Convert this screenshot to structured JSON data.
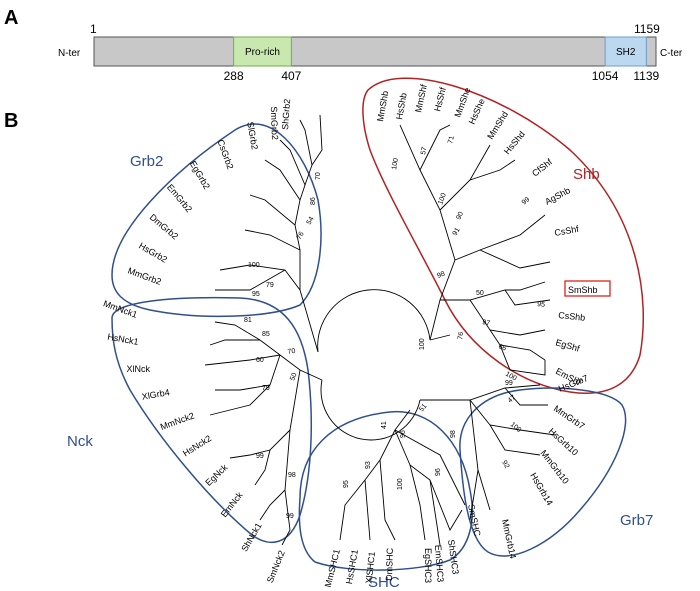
{
  "panels": {
    "a": "A",
    "b": "B"
  },
  "domain_map": {
    "start": "1",
    "end": "1159",
    "n_term": "N-ter",
    "c_term": "C-ter",
    "domains": [
      {
        "name": "Pro-rich",
        "start": 288,
        "end": 407,
        "color": "#c9e8b0",
        "stroke": "#6fae4a",
        "label_color": "#3c7a21"
      },
      {
        "name": "SH2",
        "start": 1054,
        "end": 1139,
        "color": "#bcd7f0",
        "stroke": "#6d9ccc",
        "label_color": "#2a5a95"
      }
    ],
    "bar_color": "#c8c8c8"
  },
  "tree": {
    "groups": [
      {
        "name": "Grb2",
        "color": "#2f4f8f"
      },
      {
        "name": "Shb",
        "color": "#b22222"
      },
      {
        "name": "Nck",
        "color": "#2f4f8f"
      },
      {
        "name": "SHC",
        "color": "#2f4f8f"
      },
      {
        "name": "Grb7",
        "color": "#2f4f8f"
      }
    ],
    "leaves": [
      {
        "label": "MmShb"
      },
      {
        "label": "HsShb"
      },
      {
        "label": "MmShf"
      },
      {
        "label": "HsShf"
      },
      {
        "label": "MmShe"
      },
      {
        "label": "HsShe"
      },
      {
        "label": "MmShd"
      },
      {
        "label": "HsShd"
      },
      {
        "label": "CfShf"
      },
      {
        "label": "AgShb"
      },
      {
        "label": "CsShf"
      },
      {
        "label": "SmShb"
      },
      {
        "label": "CsShb"
      },
      {
        "label": "EgShf"
      },
      {
        "label": "EmShf"
      },
      {
        "label": "HsGrb7"
      },
      {
        "label": "MmGrb7"
      },
      {
        "label": "HsGrb10"
      },
      {
        "label": "MmGrb10"
      },
      {
        "label": "HsGrb14"
      },
      {
        "label": "MmGrb14"
      },
      {
        "label": "SmSHC"
      },
      {
        "label": "ShSHC3"
      },
      {
        "label": "EmSHC3"
      },
      {
        "label": "EgSHC3"
      },
      {
        "label": "DmSHC"
      },
      {
        "label": "XlSHC1"
      },
      {
        "label": "HsSHC1"
      },
      {
        "label": "MmSHC1"
      },
      {
        "label": "SmNck2"
      },
      {
        "label": "ShNck1"
      },
      {
        "label": "EmNck"
      },
      {
        "label": "EgNck"
      },
      {
        "label": "HsNck2"
      },
      {
        "label": "MmNck2"
      },
      {
        "label": "XlGrb4"
      },
      {
        "label": "XlNck"
      },
      {
        "label": "HsNck1"
      },
      {
        "label": "MmNck1"
      },
      {
        "label": "MmGrb2"
      },
      {
        "label": "HsGrb2"
      },
      {
        "label": "DmGrb2"
      },
      {
        "label": "EmGrb2"
      },
      {
        "label": "EgGrb2"
      },
      {
        "label": "CsGrb2"
      },
      {
        "label": "SlGrb2"
      },
      {
        "label": "SmGrb2"
      },
      {
        "label": "ShGrb2"
      }
    ],
    "highlighted_leaf": "SmShb",
    "bootstrap": [
      "100",
      "57",
      "71",
      "100",
      "90",
      "91",
      "99",
      "98",
      "50",
      "97",
      "95",
      "66",
      "100",
      "76",
      "100",
      "99",
      "47",
      "100",
      "92",
      "51",
      "96",
      "98",
      "100",
      "96",
      "41",
      "93",
      "95",
      "50",
      "70",
      "85",
      "81",
      "60",
      "79",
      "99",
      "98",
      "99",
      "79",
      "95",
      "100",
      "76",
      "54",
      "86",
      "70"
    ]
  }
}
